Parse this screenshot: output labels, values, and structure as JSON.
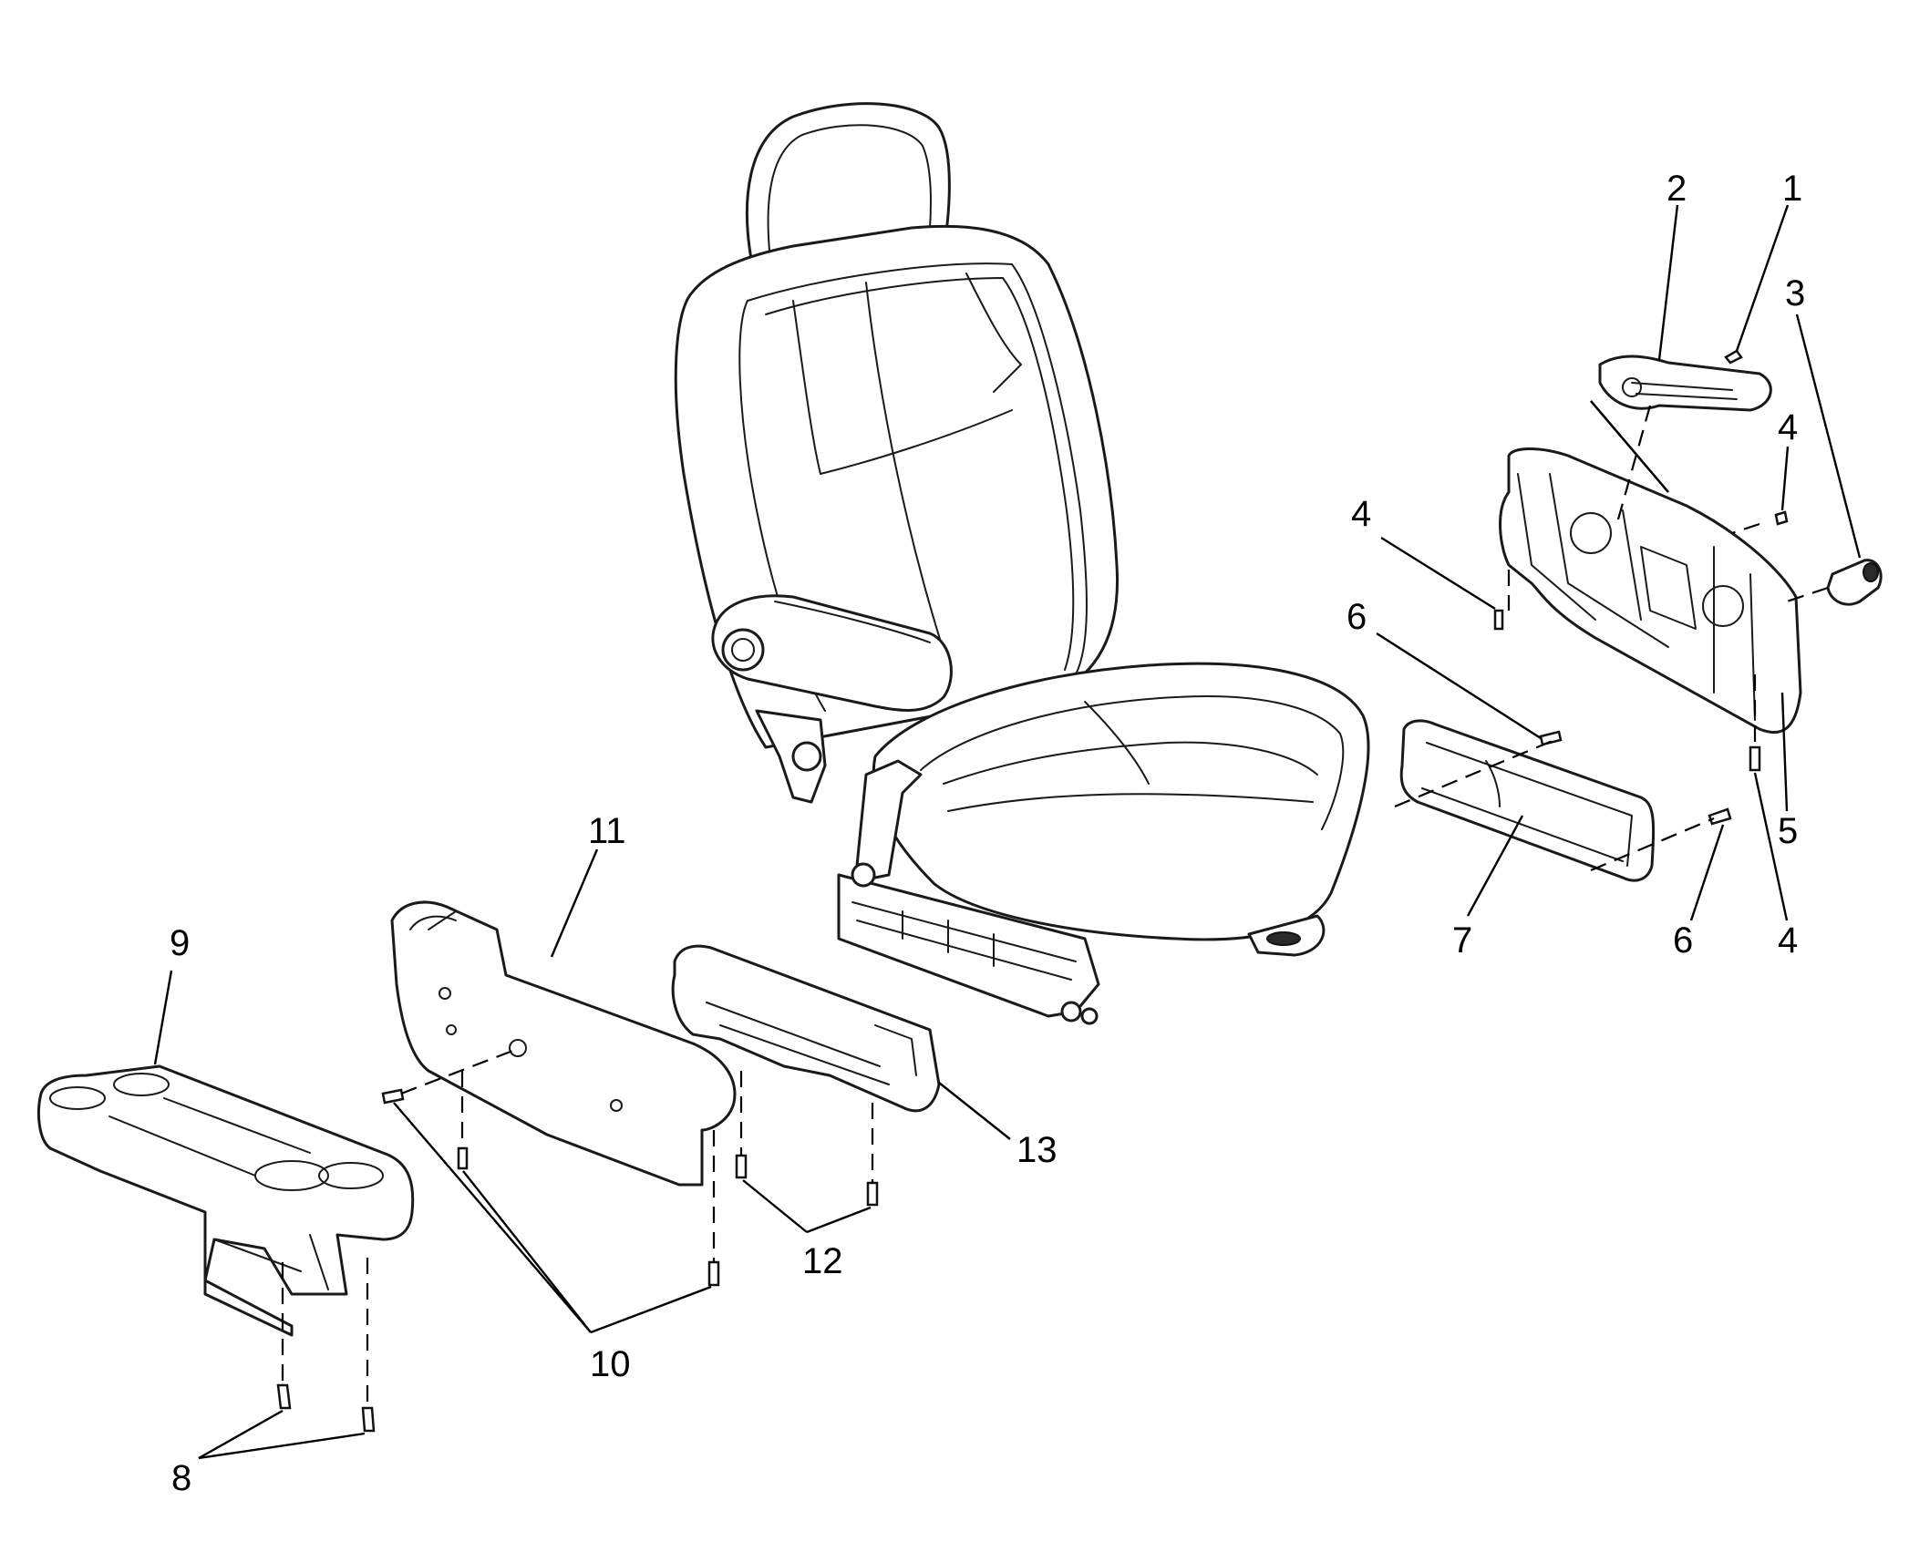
{
  "callouts": [
    {
      "id": "c1",
      "label": "1"
    },
    {
      "id": "c2",
      "label": "2"
    },
    {
      "id": "c3",
      "label": "3"
    },
    {
      "id": "c4a",
      "label": "4"
    },
    {
      "id": "c4b",
      "label": "4"
    },
    {
      "id": "c4c",
      "label": "4"
    },
    {
      "id": "c5",
      "label": "5"
    },
    {
      "id": "c6a",
      "label": "6"
    },
    {
      "id": "c6b",
      "label": "6"
    },
    {
      "id": "c7",
      "label": "7"
    },
    {
      "id": "c8",
      "label": "8"
    },
    {
      "id": "c9",
      "label": "9"
    },
    {
      "id": "c10",
      "label": "10"
    },
    {
      "id": "c11",
      "label": "11"
    },
    {
      "id": "c12",
      "label": "12"
    },
    {
      "id": "c13",
      "label": "13"
    }
  ]
}
